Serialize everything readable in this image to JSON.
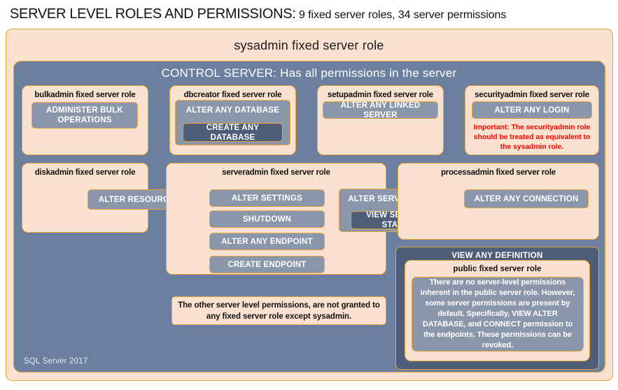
{
  "header": {
    "title": "SERVER LEVEL ROLES AND PERMISSIONS:",
    "subtitle": "9 fixed server roles, 34 server permissions"
  },
  "colors": {
    "peach": "#fbe2d0",
    "slate": "#6b7f9e",
    "permission": "#8a97ab",
    "permission_dark": "#4e5e78",
    "border_gold": "#e8a33d",
    "warning_red": "#ff0000",
    "text_light": "#ffffff"
  },
  "sysadmin": {
    "title": "sysadmin fixed server role"
  },
  "control_server": {
    "title": "CONTROL SERVER: Has all permissions in the server"
  },
  "roles": {
    "bulkadmin": {
      "name": "bulkadmin fixed server role",
      "permissions": [
        "ADMINISTER  BULK OPERATIONS"
      ]
    },
    "dbcreator": {
      "name": "dbcreator fixed server role",
      "permissions": [
        "ALTER ANY DATABASE",
        "CREATE  ANY DATABASE"
      ]
    },
    "setupadmin": {
      "name": "setupadmin fixed server role",
      "permissions": [
        "ALTER ANY LINKED SERVER"
      ]
    },
    "securityadmin": {
      "name": "securityadmin fixed server role",
      "permissions": [
        "ALTER ANY LOGIN"
      ],
      "note": "Important:  The securityadmin role should  be treated as equivalent to the  sysadmin role."
    },
    "diskadmin": {
      "name": "diskadmin fixed server role",
      "permissions": [
        "ALTER RESOURCES"
      ]
    },
    "serveradmin": {
      "name": "serveradmin fixed server role",
      "permissions": [
        "ALTER SETTINGS",
        "SHUTDOWN",
        "ALTER ANY ENDPOINT",
        "CREATE  ENDPOINT",
        "ALTER SERVER  STATE",
        "VIEW SERVER  STATE"
      ]
    },
    "processadmin": {
      "name": "processadmin fixed server role",
      "permissions": [
        "ALTER ANY CONNECTION"
      ]
    },
    "public": {
      "container_permission": "VIEW  ANY DEFINITION",
      "name": "public  fixed server role",
      "note": "There are no server-level permissions inherent in the public server role. However, some server permissions are present by default. Specifically, VIEW ALTER DATABASE, and CONNECT permission to the endpoints. These permissions can be revoked."
    }
  },
  "notes": {
    "other_permissions": "The other server level permissions, are not granted to any fixed server role except sysadmin."
  },
  "footer": {
    "product": "SQL Server 2017"
  }
}
